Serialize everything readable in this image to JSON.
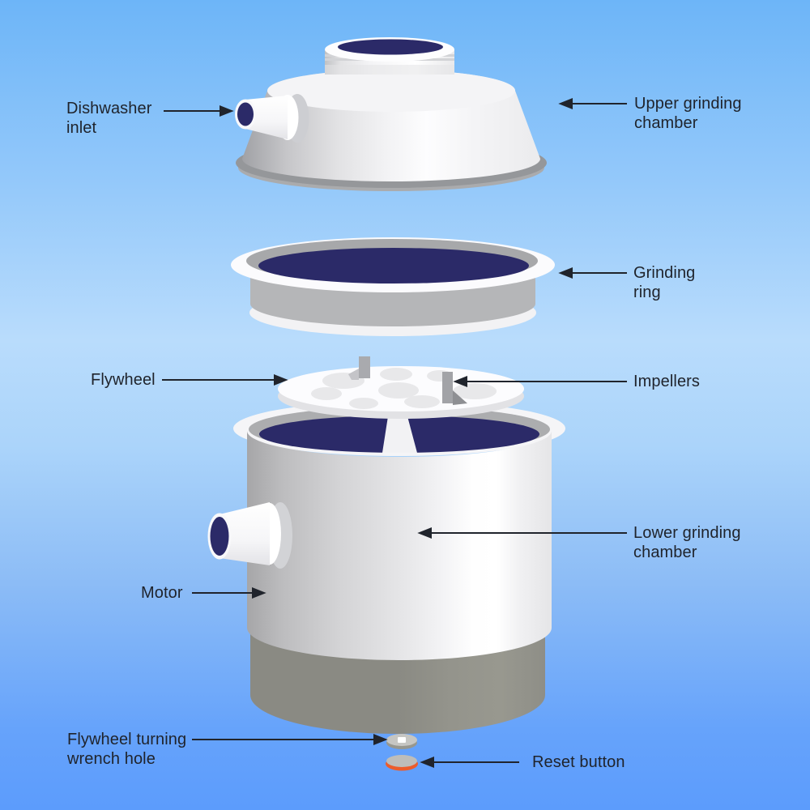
{
  "labels": {
    "dishwasher_inlet": {
      "lines": [
        "Dishwasher",
        "inlet"
      ]
    },
    "upper_grinding_chamber": {
      "lines": [
        "Upper grinding",
        "chamber"
      ]
    },
    "grinding_ring": {
      "lines": [
        "Grinding",
        "ring"
      ]
    },
    "flywheel": {
      "lines": [
        "Flywheel"
      ]
    },
    "impellers": {
      "lines": [
        "Impellers"
      ]
    },
    "lower_grinding_chamber": {
      "lines": [
        "Lower grinding",
        "chamber"
      ]
    },
    "motor": {
      "lines": [
        "Motor"
      ]
    },
    "flywheel_wrench_hole": {
      "lines": [
        "Flywheel turning",
        "wrench hole"
      ]
    },
    "reset_button": {
      "lines": [
        "Reset button"
      ]
    }
  },
  "connector_arrows": [
    {
      "label": "dishwasher_inlet",
      "direction": "right"
    },
    {
      "label": "upper_grinding_chamber",
      "direction": "left"
    },
    {
      "label": "grinding_ring",
      "direction": "left"
    },
    {
      "label": "flywheel",
      "direction": "right"
    },
    {
      "label": "impellers",
      "direction": "left"
    },
    {
      "label": "lower_grinding_chamber",
      "direction": "left"
    },
    {
      "label": "motor",
      "direction": "right"
    },
    {
      "label": "flywheel_wrench_hole",
      "direction": "right"
    },
    {
      "label": "reset_button",
      "direction": "left"
    }
  ],
  "colors": {
    "background_top": "#6db5f8",
    "background_middle": "#b9dcfc",
    "background_bottom": "#5c9cfc",
    "chamber_interior_navy": "#2b2a68",
    "metal_white": "#f5f5f7",
    "metal_gray": "#a8a9ab",
    "upper_base_gray": "#95979a",
    "motor_base_gray": "#8a8a83",
    "reset_button_orange": "#ec5c2b",
    "label_text": "#1f232b",
    "arrow": "#20242c"
  }
}
